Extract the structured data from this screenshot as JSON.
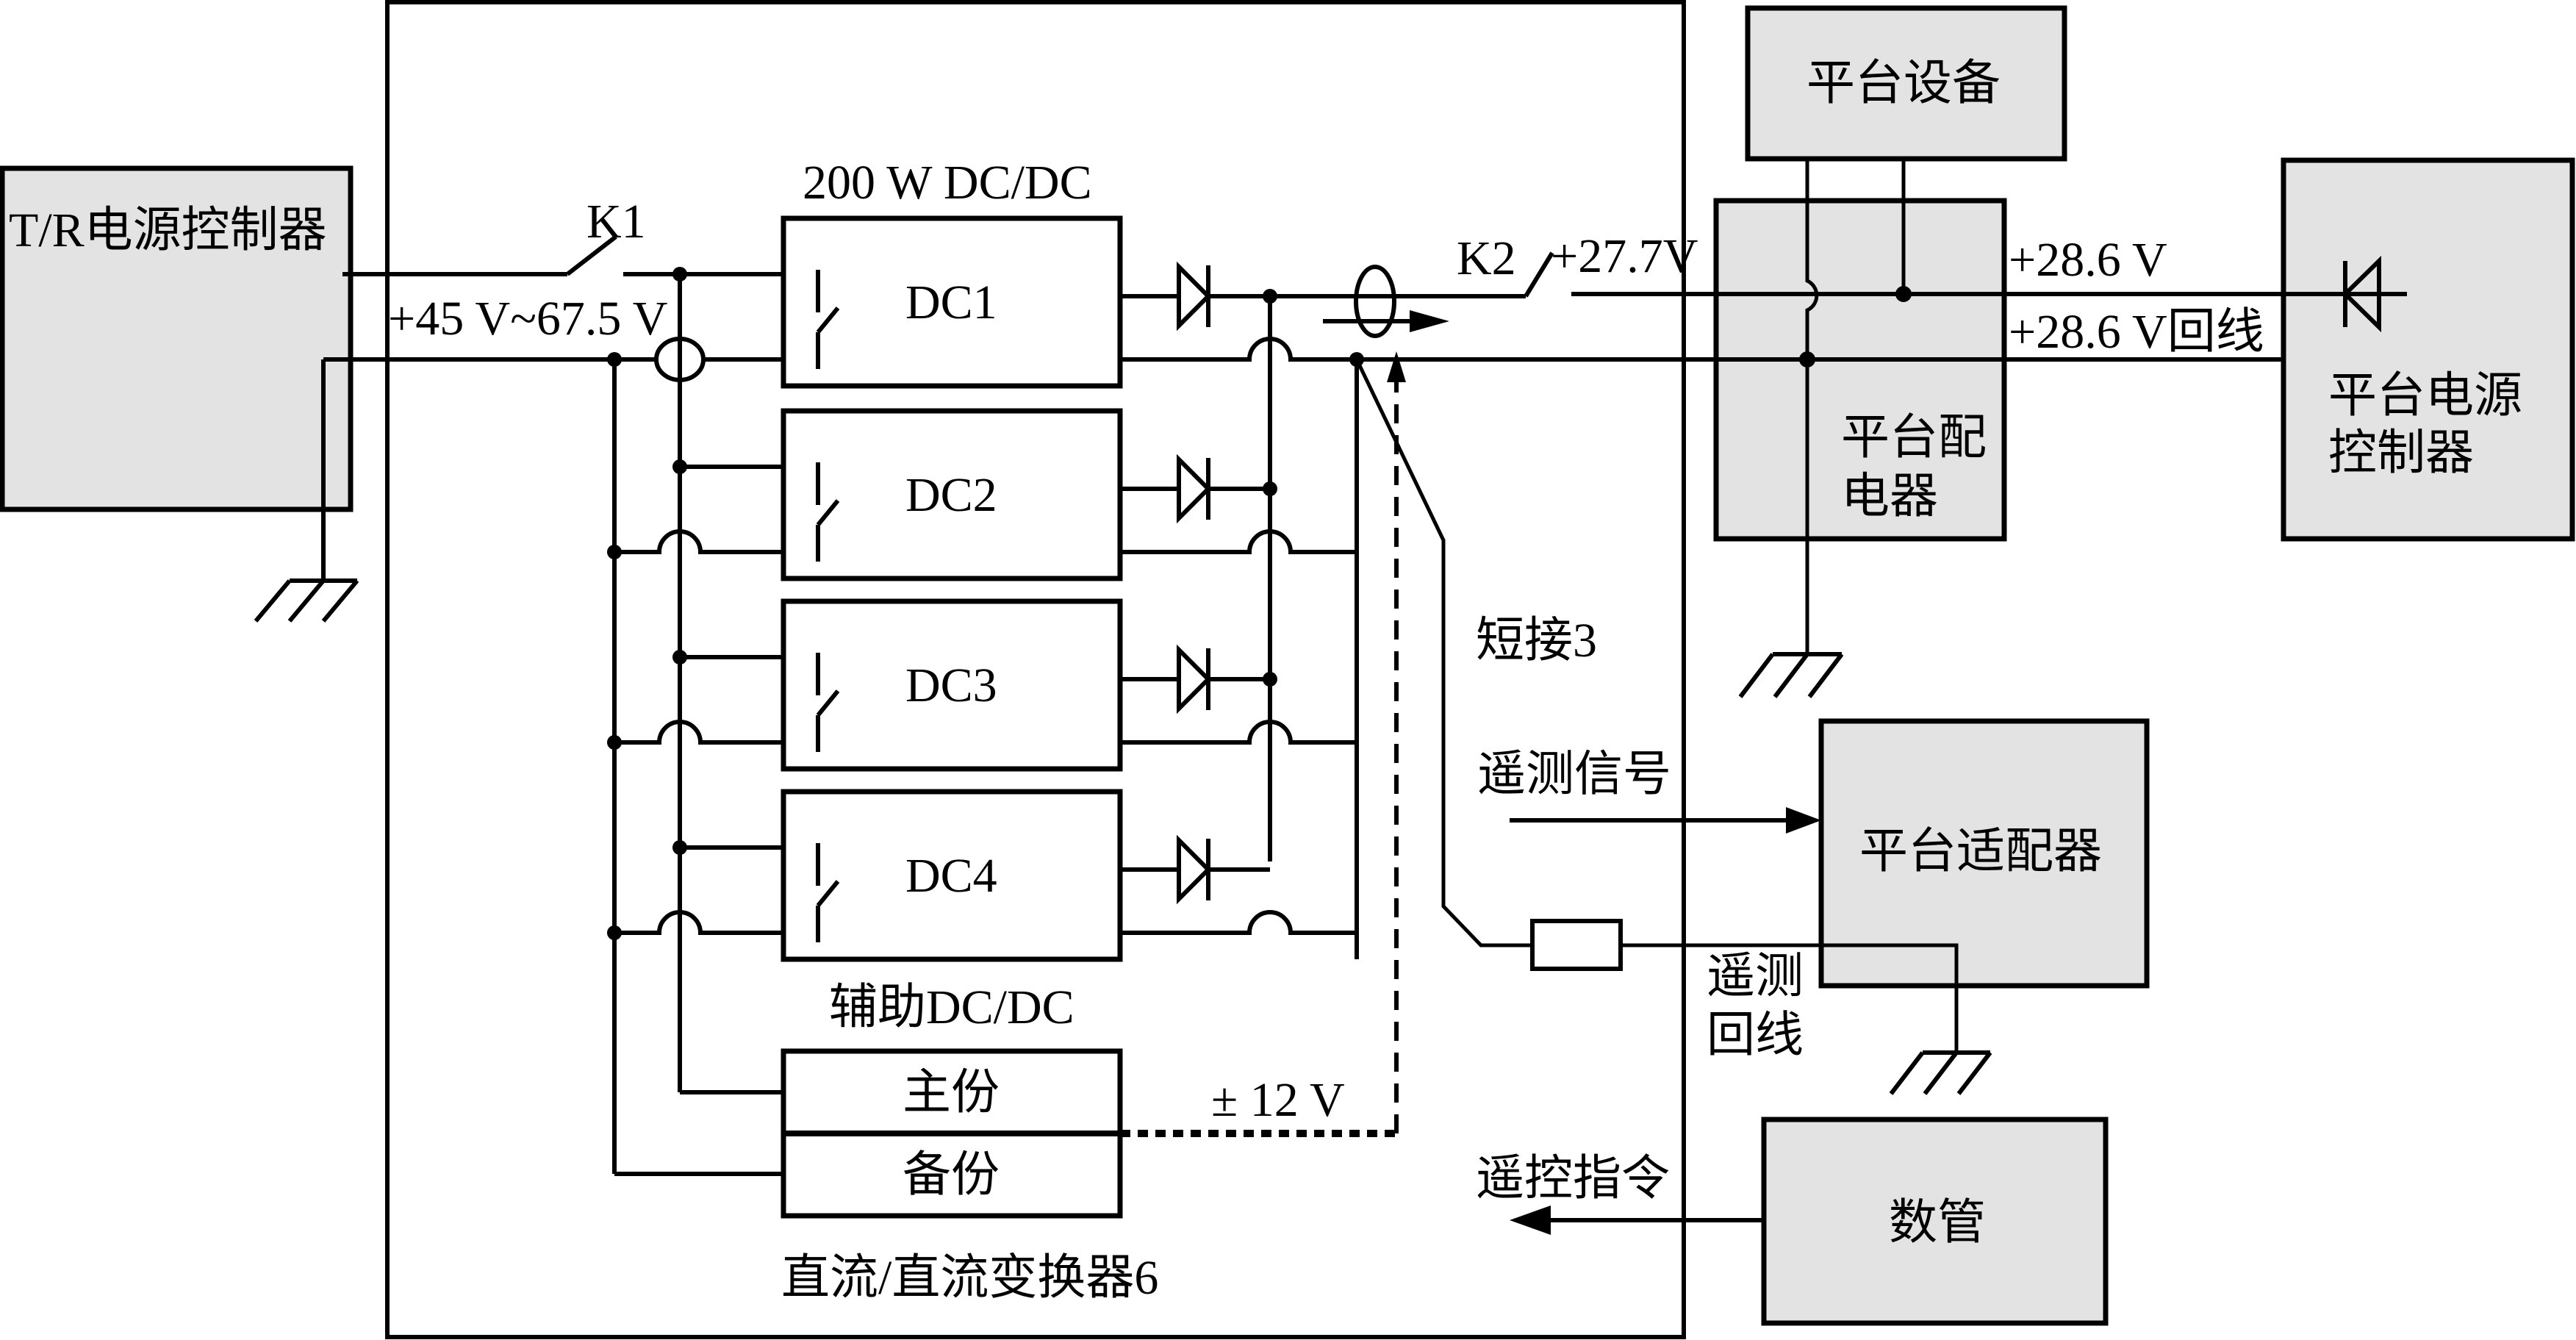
{
  "diagram": {
    "title": "直流/直流变换器6",
    "converter_group_label": "200 W DC/DC",
    "aux_label": "辅助DC/DC",
    "aux_primary": "主份",
    "aux_backup": "备份",
    "aux_voltage": "± 12 V",
    "input_voltage": "+45 V~67.5 V",
    "switch_k1": "K1",
    "switch_k2": "K2",
    "output_voltage": "+27.7V",
    "short_label": "短接3",
    "telemetry_signal": "遥测信号",
    "telemetry_return": [
      "遥测",
      "回线"
    ],
    "telecommand": "遥控指令",
    "bus_voltage": "+28.6 V",
    "bus_return": "+28.6 V回线",
    "converters": [
      "DC1",
      "DC2",
      "DC3",
      "DC4"
    ],
    "blocks": {
      "tr_controller": "T/R电源控制器",
      "platform_equipment": "平台设备",
      "platform_distributor": [
        "平台配",
        "电器"
      ],
      "platform_power_controller": [
        "平台电源",
        "控制器"
      ],
      "platform_adapter": "平台适配器",
      "data_management": "数管"
    },
    "colors": {
      "block_fill": "#e3e3e3",
      "line": "#000000",
      "background": "#ffffff"
    }
  }
}
